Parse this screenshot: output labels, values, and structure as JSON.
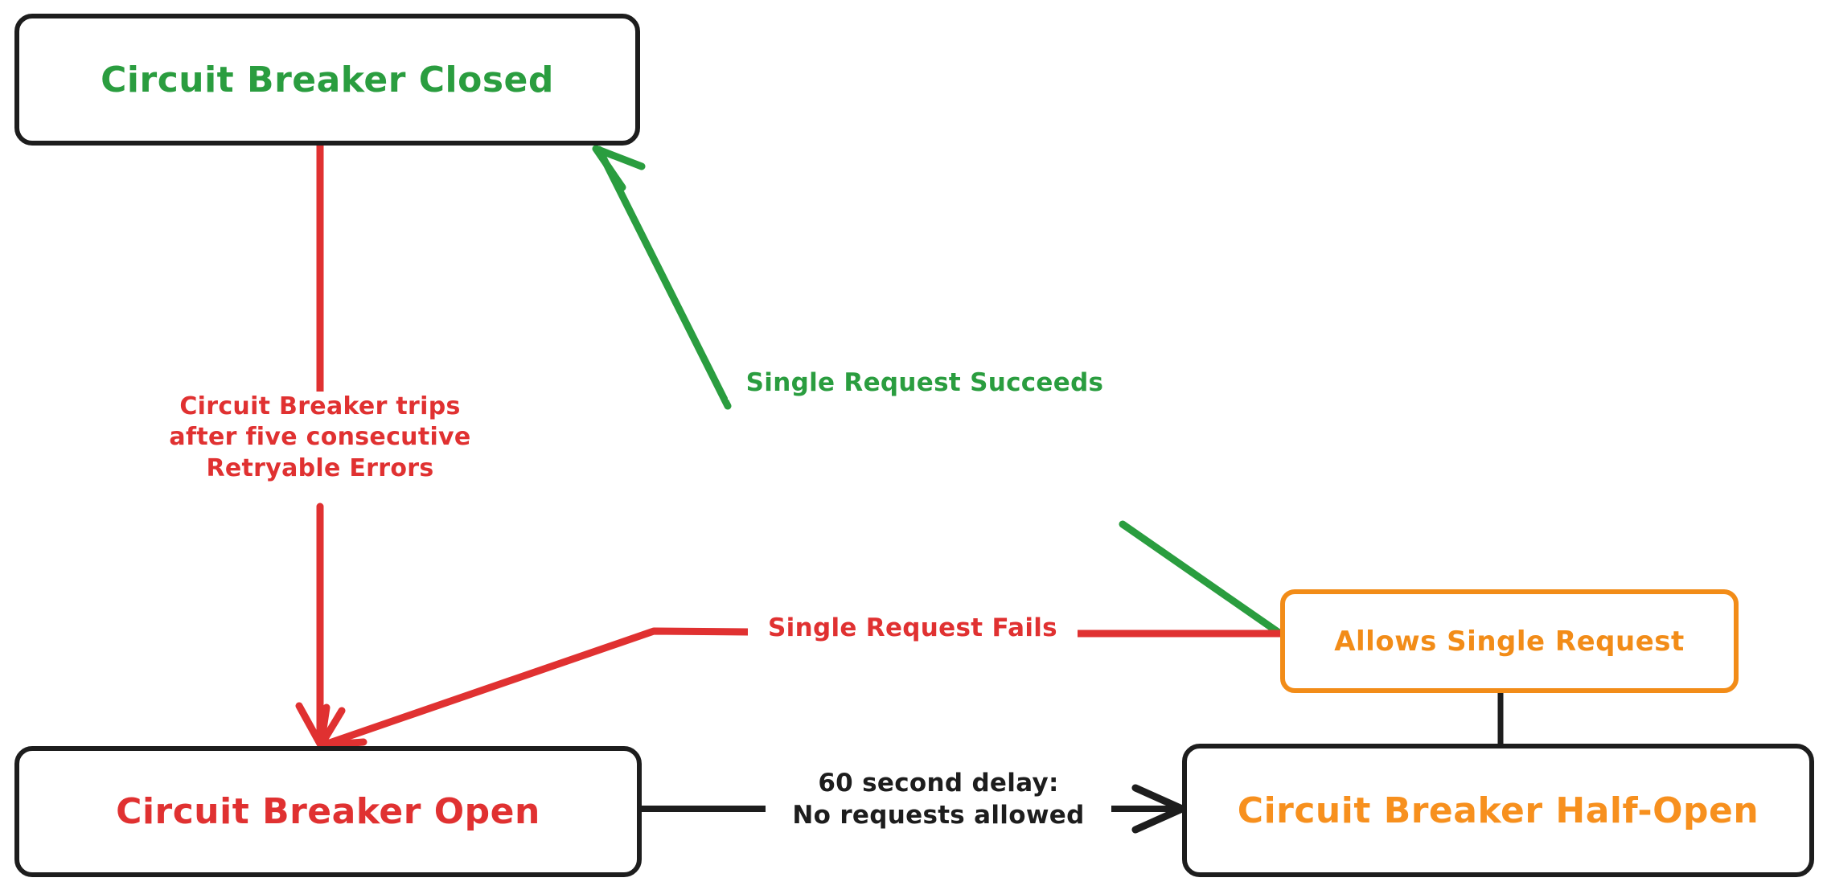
{
  "diagram": {
    "title": "Circuit Breaker State Diagram",
    "type": "state-diagram",
    "background_color": "#ffffff",
    "colors": {
      "black": "#1d1d1d",
      "green": "#2a9d3f",
      "red": "#e03131",
      "orange": "#f7901e",
      "orange_node": "#f28c18"
    }
  },
  "nodes": [
    {
      "id": "closed",
      "label": "Circuit Breaker Closed",
      "border_color": "#1d1d1d",
      "text_color": "#2a9d3f"
    },
    {
      "id": "open",
      "label": "Circuit Breaker Open",
      "border_color": "#1d1d1d",
      "text_color": "#e03131"
    },
    {
      "id": "allows",
      "label": "Allows Single Request",
      "border_color": "#f28c18",
      "text_color": "#f28c18"
    },
    {
      "id": "halfopen",
      "label": "Circuit Breaker Half-Open",
      "border_color": "#1d1d1d",
      "text_color": "#f7901e"
    }
  ],
  "edges": [
    {
      "id": "closed-to-open",
      "from": "closed",
      "to": "open",
      "color": "#e03131",
      "label": "Circuit Breaker trips\nafter five consecutive\nRetryable Errors"
    },
    {
      "id": "allows-to-closed",
      "from": "allows",
      "to": "closed",
      "color": "#2a9d3f",
      "label": "Single Request Succeeds"
    },
    {
      "id": "allows-to-open",
      "from": "allows",
      "to": "open",
      "color": "#e03131",
      "label": "Single Request Fails"
    },
    {
      "id": "open-to-halfopen",
      "from": "open",
      "to": "halfopen",
      "color": "#1d1d1d",
      "label": "60 second delay:\nNo requests allowed"
    },
    {
      "id": "allows-to-halfopen",
      "from": "allows",
      "to": "halfopen",
      "color": "#1d1d1d",
      "label": ""
    }
  ]
}
